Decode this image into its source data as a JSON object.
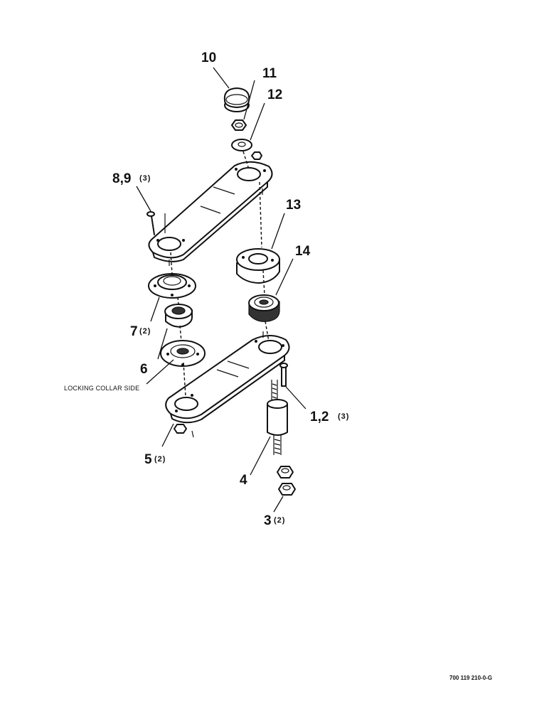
{
  "callouts": [
    {
      "id": "10",
      "label": "10",
      "qty": ""
    },
    {
      "id": "11",
      "label": "11",
      "qty": ""
    },
    {
      "id": "12",
      "label": "12",
      "qty": ""
    },
    {
      "id": "8_9",
      "label": "8,9",
      "qty": "(3)"
    },
    {
      "id": "13",
      "label": "13",
      "qty": ""
    },
    {
      "id": "14",
      "label": "14",
      "qty": ""
    },
    {
      "id": "7",
      "label": "7",
      "qty": "(2)"
    },
    {
      "id": "6",
      "label": "6",
      "qty": ""
    },
    {
      "id": "1_2",
      "label": "1,2",
      "qty": "(3)"
    },
    {
      "id": "5",
      "label": "5",
      "qty": "(2)"
    },
    {
      "id": "4",
      "label": "4",
      "qty": ""
    },
    {
      "id": "3",
      "label": "3",
      "qty": "(2)"
    }
  ],
  "note": "LOCKING COLLAR SIDE",
  "document_number": "700 119 210-0-G"
}
